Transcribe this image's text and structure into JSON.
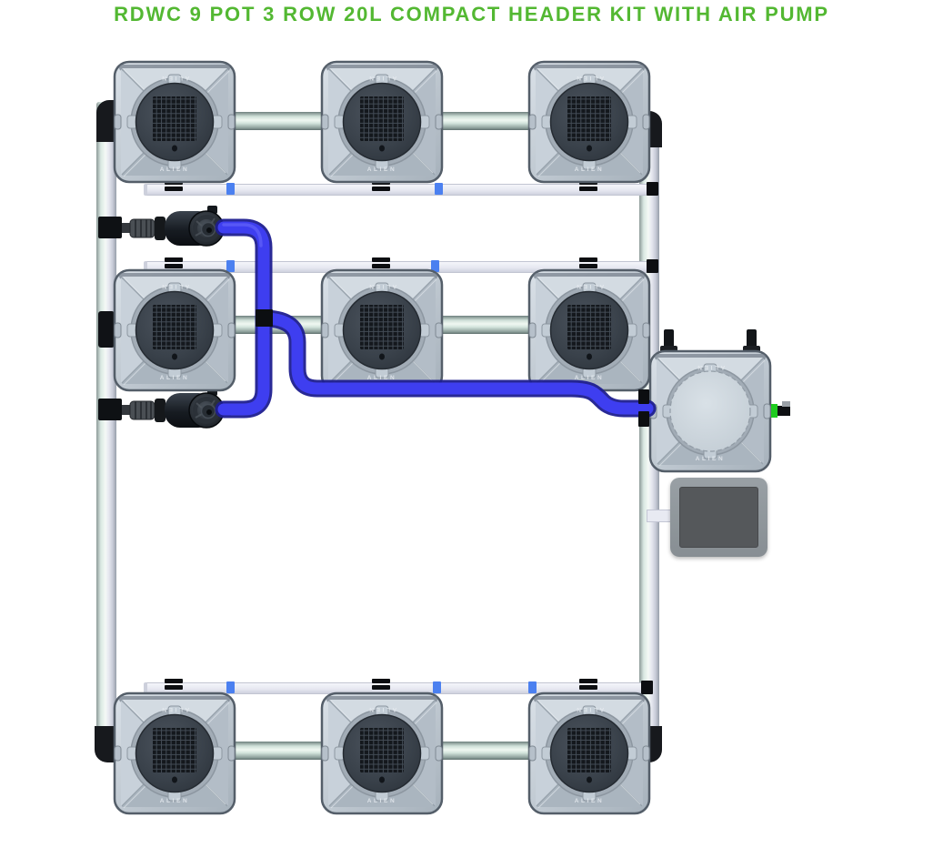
{
  "title": "RDWC 9 POT 3 ROW 20L COMPACT HEADER KIT WITH AIR PUMP",
  "brand_label": "ALIEN",
  "colors": {
    "title_green": "#53b832",
    "tube_blue": "#3e3ef0",
    "clip_blue": "#4b80f0",
    "fitting_green": "#1ecb1e"
  },
  "system": {
    "layout": {
      "rows": 3,
      "pots_per_row": 3
    },
    "grow_pots": [
      {
        "id": "pot-1",
        "row": 1,
        "col": 1
      },
      {
        "id": "pot-2",
        "row": 1,
        "col": 2
      },
      {
        "id": "pot-3",
        "row": 1,
        "col": 3
      },
      {
        "id": "pot-4",
        "row": 2,
        "col": 1
      },
      {
        "id": "pot-5",
        "row": 2,
        "col": 2
      },
      {
        "id": "pot-6",
        "row": 2,
        "col": 3
      },
      {
        "id": "pot-7",
        "row": 3,
        "col": 1
      },
      {
        "id": "pot-8",
        "row": 3,
        "col": 2
      },
      {
        "id": "pot-9",
        "row": 3,
        "col": 3
      }
    ],
    "header_tank": {
      "id": "header-tank"
    },
    "air_pump": {
      "id": "air-pump"
    },
    "inline_pumps": [
      {
        "id": "pump-valve-1"
      },
      {
        "id": "pump-valve-2"
      }
    ]
  }
}
